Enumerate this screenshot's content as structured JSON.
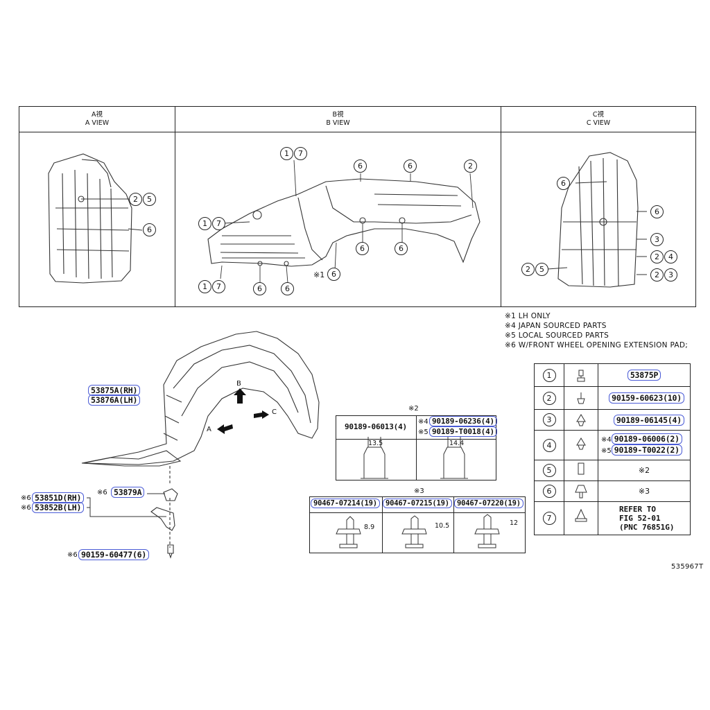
{
  "views": [
    {
      "jp": "A視",
      "en": "A VIEW"
    },
    {
      "jp": "B視",
      "en": "B VIEW"
    },
    {
      "jp": "C視",
      "en": "C VIEW"
    }
  ],
  "circled": {
    "n1": "1",
    "n2": "2",
    "n3": "3",
    "n4": "4",
    "n5": "5",
    "n6": "6",
    "n7": "7"
  },
  "b_view_note": "※1",
  "notes": [
    "※1 LH ONLY",
    "※4 JAPAN SOURCED PARTS",
    "※5 LOCAL SOURCED PARTS",
    "※6 W/FRONT WHEEL OPENING EXTENSION PAD;"
  ],
  "main_parts": {
    "liner_rh": "53875A(RH)",
    "liner_lh": "53876A(LH)",
    "arrow_b": "B",
    "arrow_a": "A",
    "arrow_c": "C",
    "pad_prefix": "※6",
    "pad": "53879A",
    "ext_prefix1": "※6",
    "ext_rh": "53851D(RH)",
    "ext_prefix2": "※6",
    "ext_lh": "53852B(LH)",
    "screw_prefix": "※6",
    "screw": "90159-60477(6)"
  },
  "clip_box_2": {
    "title": "※2",
    "left_part": "90189-06013(4)",
    "right_prefix1": "※4",
    "right_part1": "90189-06236(4)",
    "right_prefix2": "※5",
    "right_part2": "90189-T0018(4)",
    "dim_left": "13.5",
    "dim_right": "14.4"
  },
  "clip_box_3": {
    "title": "※3",
    "parts": [
      "90467-07214(19)",
      "90467-07215(19)",
      "90467-07220(19)"
    ],
    "dims": [
      "8.9",
      "10.5",
      "12"
    ]
  },
  "legend": [
    {
      "num": "1",
      "part": "53875P",
      "prefix": ""
    },
    {
      "num": "2",
      "part": "90159-60623(10)",
      "prefix": ""
    },
    {
      "num": "3",
      "part": "90189-06145(4)",
      "prefix": ""
    },
    {
      "num": "4",
      "part": "90189-06006(2)",
      "prefix": "※4",
      "part2": "90189-T0022(2)",
      "prefix2": "※5"
    },
    {
      "num": "5",
      "part": "",
      "prefix": "※2"
    },
    {
      "num": "6",
      "part": "",
      "prefix": "※3"
    },
    {
      "num": "7",
      "part": "REFER TO",
      "line2": "FIG 52-01",
      "line3": "(PNC 76851G)",
      "prefix": ""
    }
  ],
  "figure_code": "535967T"
}
